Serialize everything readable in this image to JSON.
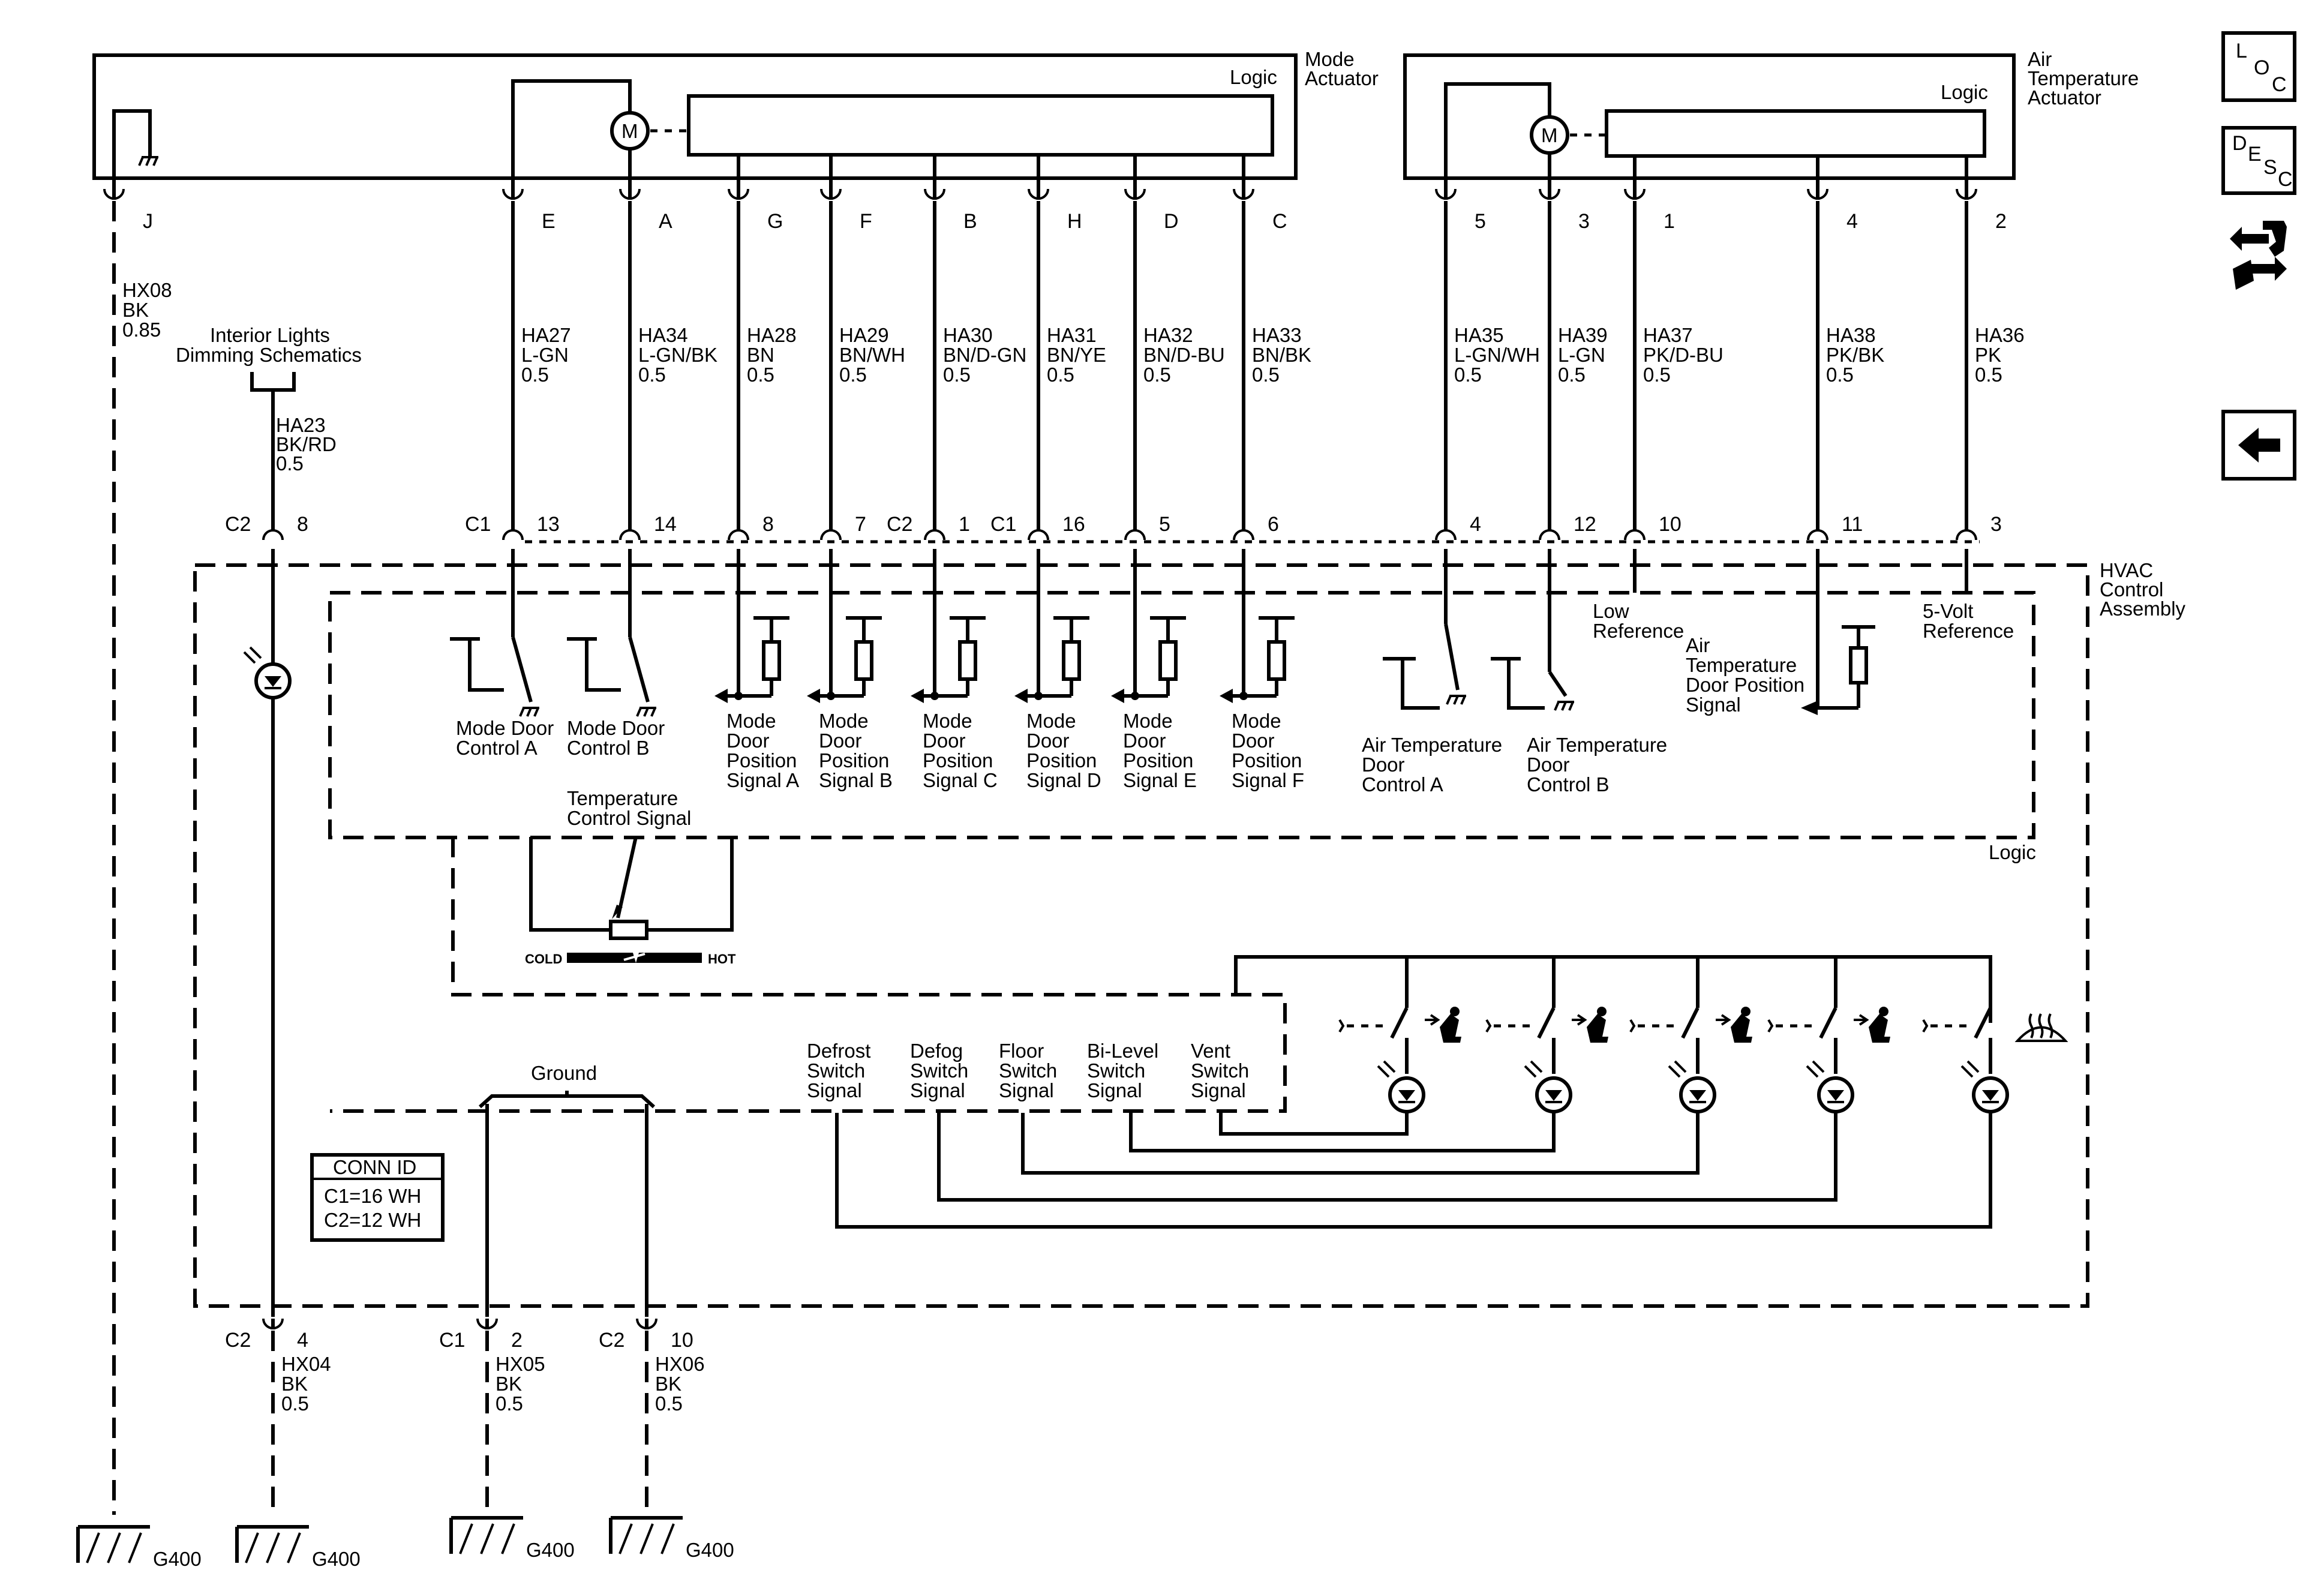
{
  "components": {
    "mode_actuator": {
      "name_line1": "Mode",
      "name_line2": "Actuator",
      "logic_label": "Logic",
      "motor": "M"
    },
    "air_temp_actuator": {
      "name_line1": "Air",
      "name_line2": "Temperature",
      "name_line3": "Actuator",
      "logic_label": "Logic",
      "motor": "M"
    },
    "hvac_control": {
      "name_line1": "HVAC",
      "name_line2": "Control",
      "name_line3": "Assembly",
      "logic_label": "Logic"
    },
    "interior_lights_ref": {
      "line1": "Interior Lights",
      "line2": "Dimming Schematics"
    }
  },
  "top_pins": [
    {
      "pin": "J"
    },
    {
      "pin": "E"
    },
    {
      "pin": "A"
    },
    {
      "pin": "G"
    },
    {
      "pin": "F"
    },
    {
      "pin": "B"
    },
    {
      "pin": "H"
    },
    {
      "pin": "D"
    },
    {
      "pin": "C"
    },
    {
      "pin": "5"
    },
    {
      "pin": "3"
    },
    {
      "pin": "1"
    },
    {
      "pin": "4"
    },
    {
      "pin": "2"
    }
  ],
  "wires": [
    {
      "circuit": "HX08",
      "color": "BK",
      "size": "0.85"
    },
    {
      "circuit": "HA27",
      "color": "L-GN",
      "size": "0.5"
    },
    {
      "circuit": "HA34",
      "color": "L-GN/BK",
      "size": "0.5"
    },
    {
      "circuit": "HA28",
      "color": "BN",
      "size": "0.5"
    },
    {
      "circuit": "HA29",
      "color": "BN/WH",
      "size": "0.5"
    },
    {
      "circuit": "HA30",
      "color": "BN/D-GN",
      "size": "0.5"
    },
    {
      "circuit": "HA31",
      "color": "BN/YE",
      "size": "0.5"
    },
    {
      "circuit": "HA32",
      "color": "BN/D-BU",
      "size": "0.5"
    },
    {
      "circuit": "HA33",
      "color": "BN/BK",
      "size": "0.5"
    },
    {
      "circuit": "HA35",
      "color": "L-GN/WH",
      "size": "0.5"
    },
    {
      "circuit": "HA39",
      "color": "L-GN",
      "size": "0.5"
    },
    {
      "circuit": "HA37",
      "color": "PK/D-BU",
      "size": "0.5"
    },
    {
      "circuit": "HA38",
      "color": "PK/BK",
      "size": "0.5"
    },
    {
      "circuit": "HA36",
      "color": "PK",
      "size": "0.5"
    }
  ],
  "dimming_wire": {
    "circuit": "HA23",
    "color": "BK/RD",
    "size": "0.5"
  },
  "hvac_pins": [
    {
      "conn": "C2",
      "pin": "8"
    },
    {
      "conn": "C1",
      "pin": "13"
    },
    {
      "conn": "",
      "pin": "14"
    },
    {
      "conn": "",
      "pin": "8"
    },
    {
      "conn": "",
      "pin": "7"
    },
    {
      "conn": "C2",
      "pin": "1"
    },
    {
      "conn": "C1",
      "pin": "16"
    },
    {
      "conn": "",
      "pin": "5"
    },
    {
      "conn": "",
      "pin": "6"
    },
    {
      "conn": "",
      "pin": "4"
    },
    {
      "conn": "",
      "pin": "12"
    },
    {
      "conn": "",
      "pin": "10"
    },
    {
      "conn": "",
      "pin": "11"
    },
    {
      "conn": "",
      "pin": "3"
    }
  ],
  "internal_labels": {
    "mode_door_a": [
      "Mode Door",
      "Control A"
    ],
    "mode_door_b": [
      "Mode Door",
      "Control B"
    ],
    "pos_a": [
      "Mode",
      "Door",
      "Position",
      "Signal A"
    ],
    "pos_b": [
      "Mode",
      "Door",
      "Position",
      "Signal B"
    ],
    "pos_c": [
      "Mode",
      "Door",
      "Position",
      "Signal C"
    ],
    "pos_d": [
      "Mode",
      "Door",
      "Position",
      "Signal D"
    ],
    "pos_e": [
      "Mode",
      "Door",
      "Position",
      "Signal E"
    ],
    "pos_f": [
      "Mode",
      "Door",
      "Position",
      "Signal F"
    ],
    "air_door_a": [
      "Air Temperature",
      "Door",
      "Control A"
    ],
    "air_door_b": [
      "Air Temperature",
      "Door",
      "Control B"
    ],
    "low_ref": [
      "Low",
      "Reference"
    ],
    "air_pos": [
      "Air",
      "Temperature",
      "Door Position",
      "Signal"
    ],
    "five_volt": [
      "5-Volt",
      "Reference"
    ],
    "temp_signal": [
      "Temperature",
      "Control Signal"
    ],
    "cold": "COLD",
    "hot": "HOT",
    "ground": "Ground",
    "defrost": [
      "Defrost",
      "Switch",
      "Signal"
    ],
    "defog": [
      "Defog",
      "Switch",
      "Signal"
    ],
    "floor": [
      "Floor",
      "Switch",
      "Signal"
    ],
    "bilevel": [
      "Bi-Level",
      "Switch",
      "Signal"
    ],
    "vent": [
      "Vent",
      "Switch",
      "Signal"
    ]
  },
  "conn_id": {
    "title": "CONN ID",
    "c1": "C1=16 WH",
    "c2": "C2=12 WH"
  },
  "bottom_pins": [
    {
      "conn": "C2",
      "pin": "4",
      "circuit": "HX04",
      "color": "BK",
      "size": "0.5"
    },
    {
      "conn": "C1",
      "pin": "2",
      "circuit": "HX05",
      "color": "BK",
      "size": "0.5"
    },
    {
      "conn": "C2",
      "pin": "10",
      "circuit": "HX06",
      "color": "BK",
      "size": "0.5"
    }
  ],
  "grounds": [
    "G400",
    "G400",
    "G400",
    "G400"
  ],
  "nav": {
    "loc": {
      "l1": "L",
      "l2": "O",
      "l3": "C"
    },
    "desc": {
      "l1": "D",
      "l2": "E",
      "l3": "S",
      "l4": "C"
    }
  }
}
